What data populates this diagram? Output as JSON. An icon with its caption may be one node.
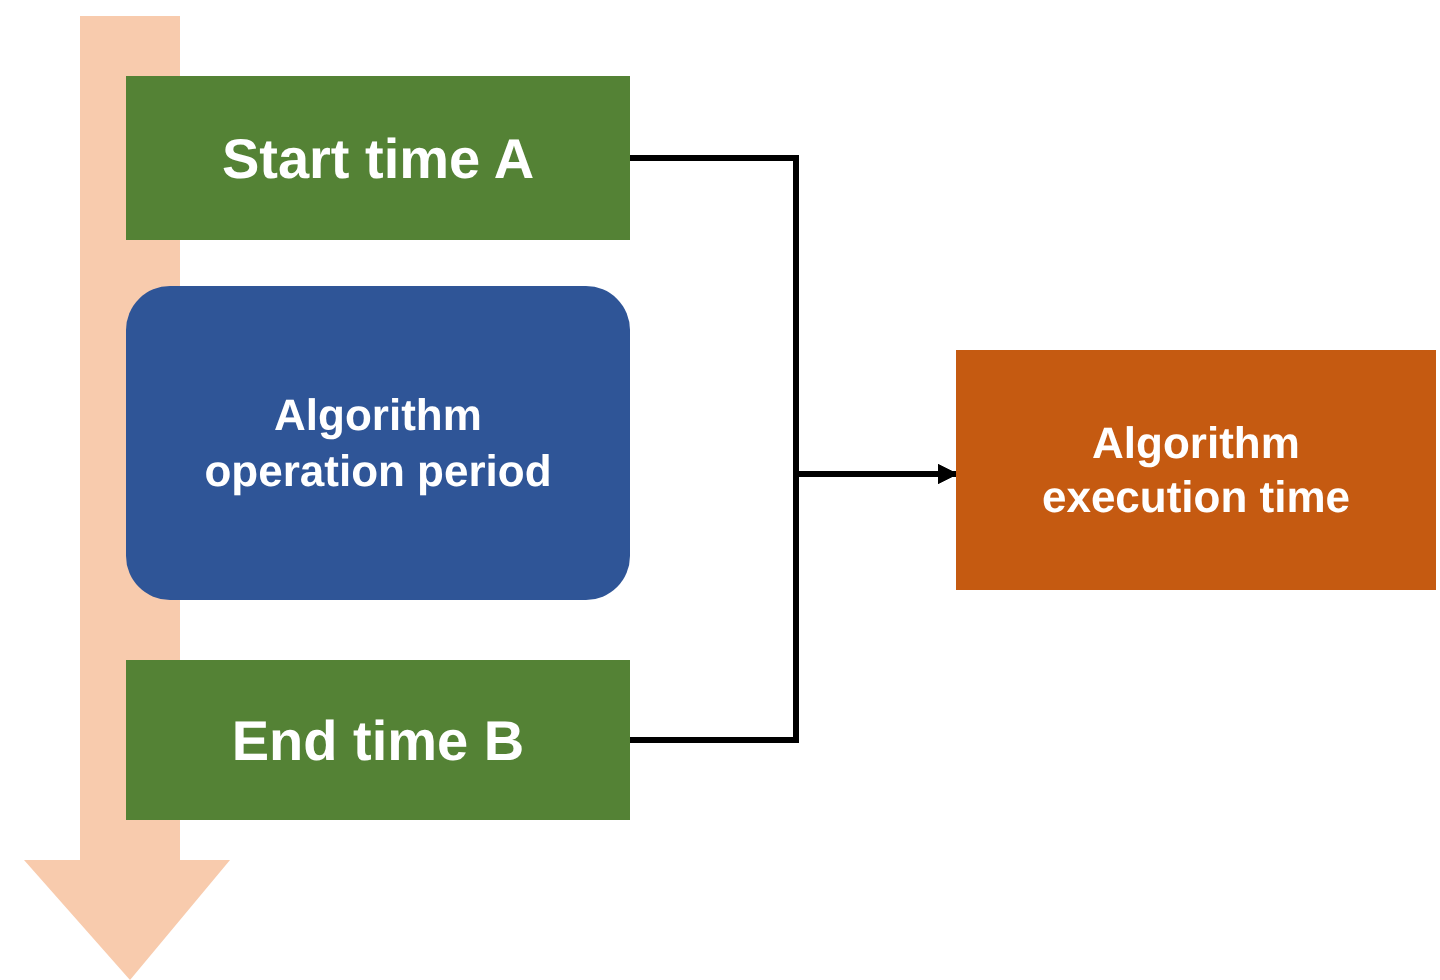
{
  "diagram": {
    "nodes": [
      {
        "text": [
          "Start time A"
        ]
      },
      {
        "text": [
          "Algorithm operation period"
        ]
      },
      {
        "text": [
          "End time B"
        ]
      },
      {
        "text": [
          "Algorithm execution time"
        ]
      }
    ],
    "edges": [
      {
        "from": 0,
        "to": 3,
        "arrow": "to"
      },
      {
        "from": 2,
        "to": 3,
        "arrow": "to"
      }
    ]
  }
}
